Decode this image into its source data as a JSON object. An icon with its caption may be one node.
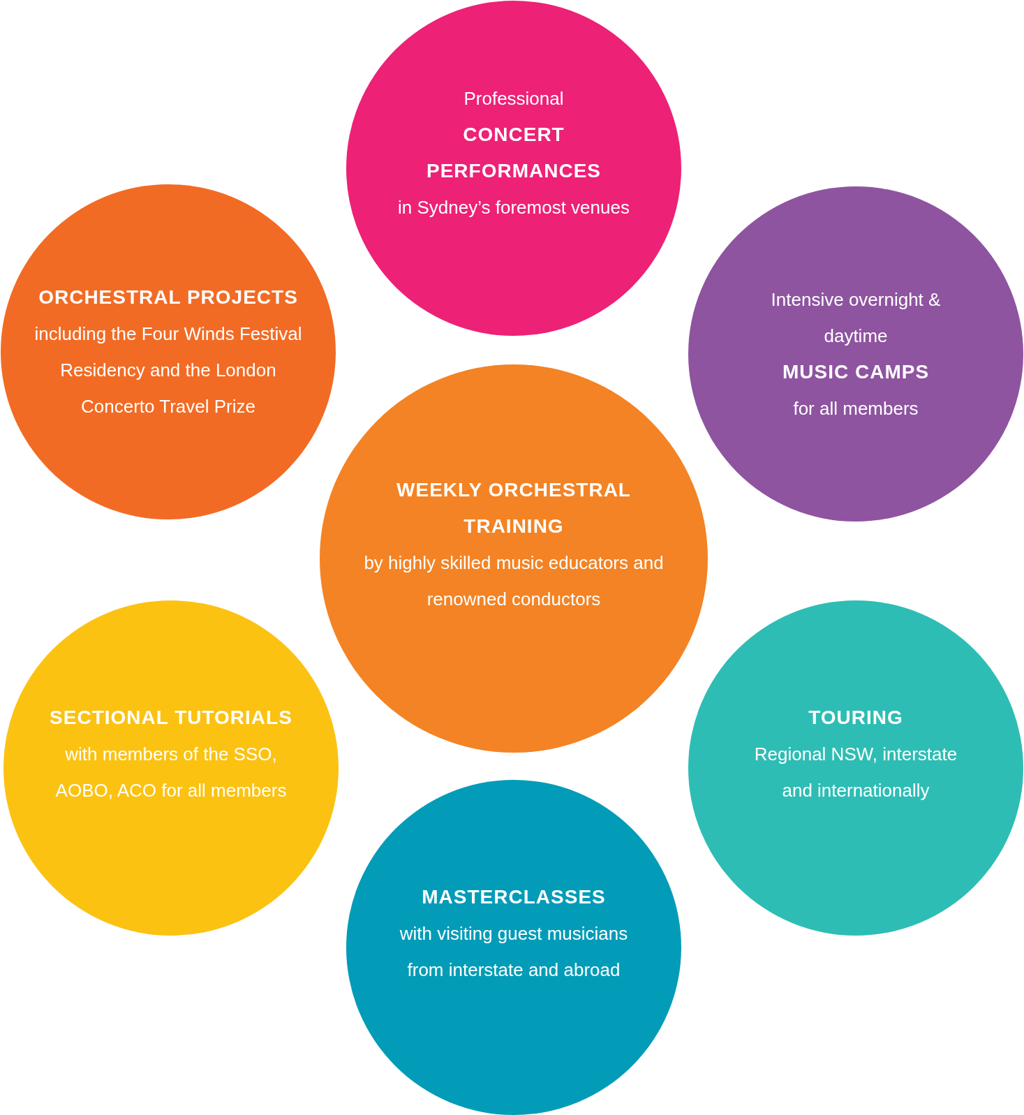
{
  "diagram": {
    "nodes": [
      {
        "text": [
          "Professional",
          "CONCERT PERFORMANCES",
          "in Sydney’s foremost venues"
        ]
      },
      {
        "text": [
          "ORCHESTRAL PROJECTS",
          "including the Four Winds Festival Residency and the London Concerto Travel Prize"
        ]
      },
      {
        "text": [
          "Intensive overnight & daytime",
          "MUSIC CAMPS",
          "for all members"
        ]
      },
      {
        "text": [
          "WEEKLY ORCHESTRAL TRAINING",
          "by highly skilled music educators and renowned conductors"
        ]
      },
      {
        "text": [
          "SECTIONAL TUTORIALS",
          "with members of the SSO, AOBO, ACO for all members"
        ]
      },
      {
        "text": [
          "TOURING",
          "Regional NSW, interstate and internationally"
        ]
      },
      {
        "text": [
          "MASTERCLASSES",
          "with visiting guest musicians from interstate and abroad"
        ]
      }
    ]
  }
}
